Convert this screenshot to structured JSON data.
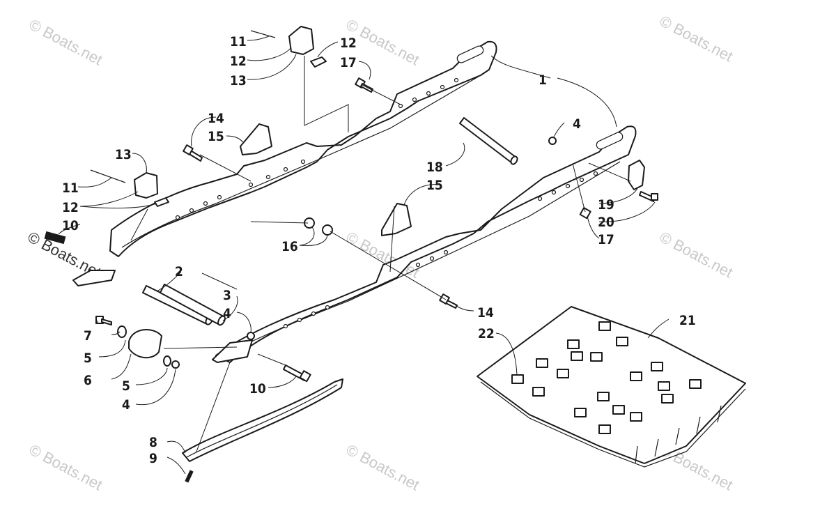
{
  "watermark_text": "© Boats.net",
  "callouts": {
    "c1": "1",
    "c2": "2",
    "c3": "3",
    "c4a": "4",
    "c4b": "4",
    "c4c": "4",
    "c5a": "5",
    "c5b": "5",
    "c6": "6",
    "c7": "7",
    "c8": "8",
    "c9": "9",
    "c10a": "10",
    "c10b": "10",
    "c11a": "11",
    "c11b": "11",
    "c12a": "12",
    "c12b": "12",
    "c12c": "12",
    "c13a": "13",
    "c13b": "13",
    "c14a": "14",
    "c14b": "14",
    "c15a": "15",
    "c15b": "15",
    "c16": "16",
    "c17a": "17",
    "c17b": "17",
    "c18": "18",
    "c19": "19",
    "c20": "20",
    "c21": "21",
    "c22": "22"
  }
}
